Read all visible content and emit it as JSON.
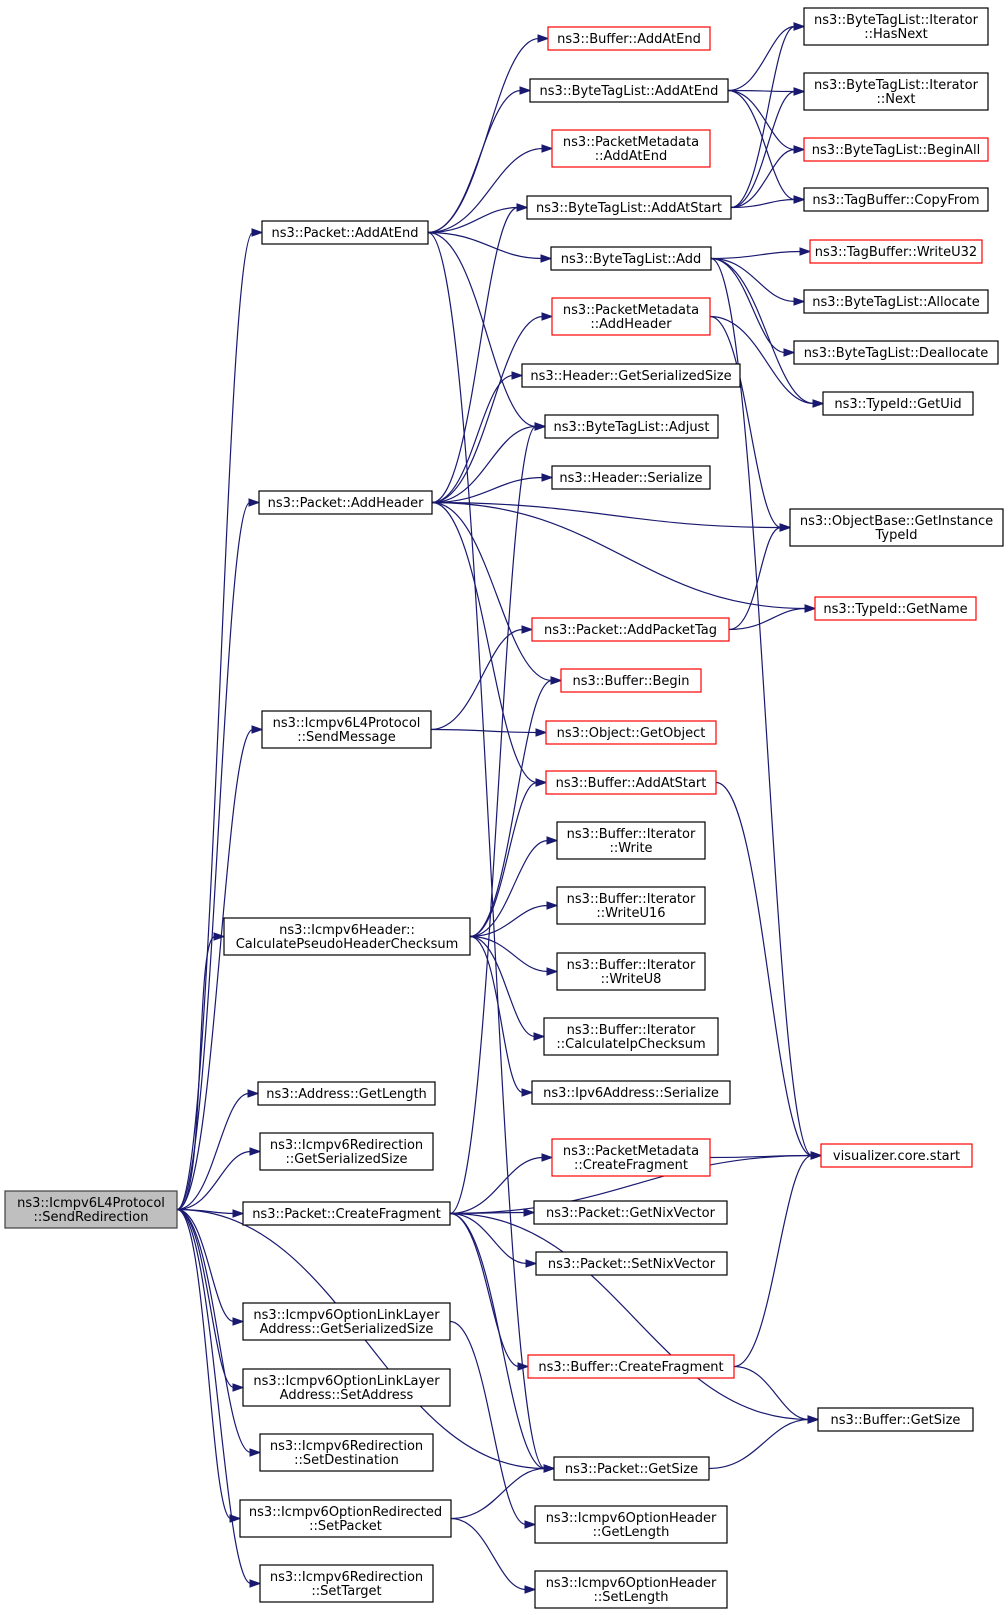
{
  "diagram": {
    "title": "",
    "colors": {
      "edge": "#191970",
      "root_fill": "#bfbfbf",
      "node_border_plain": "#000000",
      "node_border_truncated": "#ff0000"
    },
    "nodes": [
      {
        "id": "root",
        "lines": [
          "ns3::Icmpv6L4Protocol",
          "::SendRedirection"
        ],
        "style": "root"
      },
      {
        "id": "addAtEnd",
        "lines": [
          "ns3::Packet::AddAtEnd"
        ],
        "style": "plain"
      },
      {
        "id": "addHeader",
        "lines": [
          "ns3::Packet::AddHeader"
        ],
        "style": "plain"
      },
      {
        "id": "sendMessage",
        "lines": [
          "ns3::Icmpv6L4Protocol",
          "::SendMessage"
        ],
        "style": "plain"
      },
      {
        "id": "calcPseudo",
        "lines": [
          "ns3::Icmpv6Header::",
          "CalculatePseudoHeaderChecksum"
        ],
        "style": "plain"
      },
      {
        "id": "addrGetLength",
        "lines": [
          "ns3::Address::GetLength"
        ],
        "style": "plain"
      },
      {
        "id": "redirGetSer",
        "lines": [
          "ns3::Icmpv6Redirection",
          "::GetSerializedSize"
        ],
        "style": "plain"
      },
      {
        "id": "createFragment",
        "lines": [
          "ns3::Packet::CreateFragment"
        ],
        "style": "plain"
      },
      {
        "id": "optLLGetSer",
        "lines": [
          "ns3::Icmpv6OptionLinkLayer",
          "Address::GetSerializedSize"
        ],
        "style": "plain"
      },
      {
        "id": "optLLSetAddr",
        "lines": [
          "ns3::Icmpv6OptionLinkLayer",
          "Address::SetAddress"
        ],
        "style": "plain"
      },
      {
        "id": "redirSetDest",
        "lines": [
          "ns3::Icmpv6Redirection",
          "::SetDestination"
        ],
        "style": "plain"
      },
      {
        "id": "optRedirSetPkt",
        "lines": [
          "ns3::Icmpv6OptionRedirected",
          "::SetPacket"
        ],
        "style": "plain"
      },
      {
        "id": "redirSetTarget",
        "lines": [
          "ns3::Icmpv6Redirection",
          "::SetTarget"
        ],
        "style": "plain"
      },
      {
        "id": "bufAddAtEnd",
        "lines": [
          "ns3::Buffer::AddAtEnd"
        ],
        "style": "truncated"
      },
      {
        "id": "btlAddAtEnd",
        "lines": [
          "ns3::ByteTagList::AddAtEnd"
        ],
        "style": "plain"
      },
      {
        "id": "pmAddAtEnd",
        "lines": [
          "ns3::PacketMetadata",
          "::AddAtEnd"
        ],
        "style": "truncated"
      },
      {
        "id": "btlAddAtStart",
        "lines": [
          "ns3::ByteTagList::AddAtStart"
        ],
        "style": "plain"
      },
      {
        "id": "btlAdd",
        "lines": [
          "ns3::ByteTagList::Add"
        ],
        "style": "plain"
      },
      {
        "id": "pmAddHeader",
        "lines": [
          "ns3::PacketMetadata",
          "::AddHeader"
        ],
        "style": "truncated"
      },
      {
        "id": "hdrGetSer",
        "lines": [
          "ns3::Header::GetSerializedSize"
        ],
        "style": "plain"
      },
      {
        "id": "btlAdjust",
        "lines": [
          "ns3::ByteTagList::Adjust"
        ],
        "style": "plain"
      },
      {
        "id": "hdrSerialize",
        "lines": [
          "ns3::Header::Serialize"
        ],
        "style": "plain"
      },
      {
        "id": "pktAddPacketTag",
        "lines": [
          "ns3::Packet::AddPacketTag"
        ],
        "style": "truncated"
      },
      {
        "id": "bufBegin",
        "lines": [
          "ns3::Buffer::Begin"
        ],
        "style": "truncated"
      },
      {
        "id": "objGetObject",
        "lines": [
          "ns3::Object::GetObject"
        ],
        "style": "truncated"
      },
      {
        "id": "bufAddAtStart",
        "lines": [
          "ns3::Buffer::AddAtStart"
        ],
        "style": "truncated"
      },
      {
        "id": "itWrite",
        "lines": [
          "ns3::Buffer::Iterator",
          "::Write"
        ],
        "style": "plain"
      },
      {
        "id": "itWriteU16",
        "lines": [
          "ns3::Buffer::Iterator",
          "::WriteU16"
        ],
        "style": "plain"
      },
      {
        "id": "itWriteU8",
        "lines": [
          "ns3::Buffer::Iterator",
          "::WriteU8"
        ],
        "style": "plain"
      },
      {
        "id": "itCalcIp",
        "lines": [
          "ns3::Buffer::Iterator",
          "::CalculateIpChecksum"
        ],
        "style": "plain"
      },
      {
        "id": "ipv6Serialize",
        "lines": [
          "ns3::Ipv6Address::Serialize"
        ],
        "style": "plain"
      },
      {
        "id": "pmCreateFragment",
        "lines": [
          "ns3::PacketMetadata",
          "::CreateFragment"
        ],
        "style": "truncated"
      },
      {
        "id": "pktGetNix",
        "lines": [
          "ns3::Packet::GetNixVector"
        ],
        "style": "plain"
      },
      {
        "id": "pktSetNix",
        "lines": [
          "ns3::Packet::SetNixVector"
        ],
        "style": "plain"
      },
      {
        "id": "bufCreateFragment",
        "lines": [
          "ns3::Buffer::CreateFragment"
        ],
        "style": "truncated"
      },
      {
        "id": "pktGetSize",
        "lines": [
          "ns3::Packet::GetSize"
        ],
        "style": "plain"
      },
      {
        "id": "optHdrGetLength",
        "lines": [
          "ns3::Icmpv6OptionHeader",
          "::GetLength"
        ],
        "style": "plain"
      },
      {
        "id": "optHdrSetLength",
        "lines": [
          "ns3::Icmpv6OptionHeader",
          "::SetLength"
        ],
        "style": "plain"
      },
      {
        "id": "itHasNext",
        "lines": [
          "ns3::ByteTagList::Iterator",
          "::HasNext"
        ],
        "style": "plain"
      },
      {
        "id": "itNext",
        "lines": [
          "ns3::ByteTagList::Iterator",
          "::Next"
        ],
        "style": "plain"
      },
      {
        "id": "btlBeginAll",
        "lines": [
          "ns3::ByteTagList::BeginAll"
        ],
        "style": "truncated"
      },
      {
        "id": "tbCopyFrom",
        "lines": [
          "ns3::TagBuffer::CopyFrom"
        ],
        "style": "plain"
      },
      {
        "id": "tbWriteU32",
        "lines": [
          "ns3::TagBuffer::WriteU32"
        ],
        "style": "truncated"
      },
      {
        "id": "btlAllocate",
        "lines": [
          "ns3::ByteTagList::Allocate"
        ],
        "style": "plain"
      },
      {
        "id": "btlDeallocate",
        "lines": [
          "ns3::ByteTagList::Deallocate"
        ],
        "style": "plain"
      },
      {
        "id": "typeGetUid",
        "lines": [
          "ns3::TypeId::GetUid"
        ],
        "style": "plain"
      },
      {
        "id": "objGetInstTypeId",
        "lines": [
          "ns3::ObjectBase::GetInstance",
          "TypeId"
        ],
        "style": "plain"
      },
      {
        "id": "typeGetName",
        "lines": [
          "ns3::TypeId::GetName"
        ],
        "style": "truncated"
      },
      {
        "id": "vizStart",
        "lines": [
          "visualizer.core.start"
        ],
        "style": "truncated"
      },
      {
        "id": "bufGetSize",
        "lines": [
          "ns3::Buffer::GetSize"
        ],
        "style": "plain"
      }
    ],
    "edges": [
      [
        "root",
        "addAtEnd"
      ],
      [
        "root",
        "addHeader"
      ],
      [
        "root",
        "sendMessage"
      ],
      [
        "root",
        "calcPseudo"
      ],
      [
        "root",
        "addrGetLength"
      ],
      [
        "root",
        "redirGetSer"
      ],
      [
        "root",
        "createFragment"
      ],
      [
        "root",
        "optLLGetSer"
      ],
      [
        "root",
        "optLLSetAddr"
      ],
      [
        "root",
        "redirSetDest"
      ],
      [
        "root",
        "optRedirSetPkt"
      ],
      [
        "root",
        "redirSetTarget"
      ],
      [
        "root",
        "pktGetSize"
      ],
      [
        "addAtEnd",
        "bufAddAtEnd"
      ],
      [
        "addAtEnd",
        "btlAddAtEnd"
      ],
      [
        "addAtEnd",
        "pmAddAtEnd"
      ],
      [
        "addAtEnd",
        "btlAddAtStart"
      ],
      [
        "addAtEnd",
        "btlAdd"
      ],
      [
        "addAtEnd",
        "btlAdjust"
      ],
      [
        "addAtEnd",
        "pktGetSize"
      ],
      [
        "btlAddAtEnd",
        "itHasNext"
      ],
      [
        "btlAddAtEnd",
        "itNext"
      ],
      [
        "btlAddAtEnd",
        "btlBeginAll"
      ],
      [
        "btlAddAtEnd",
        "tbCopyFrom"
      ],
      [
        "btlAddAtStart",
        "itHasNext"
      ],
      [
        "btlAddAtStart",
        "itNext"
      ],
      [
        "btlAddAtStart",
        "btlBeginAll"
      ],
      [
        "btlAddAtStart",
        "tbCopyFrom"
      ],
      [
        "btlAdd",
        "tbWriteU32"
      ],
      [
        "btlAdd",
        "btlAllocate"
      ],
      [
        "btlAdd",
        "btlDeallocate"
      ],
      [
        "btlAdd",
        "typeGetUid"
      ],
      [
        "btlAdd",
        "vizStart"
      ],
      [
        "addHeader",
        "pmAddHeader"
      ],
      [
        "addHeader",
        "hdrGetSer"
      ],
      [
        "addHeader",
        "btlAdjust"
      ],
      [
        "addHeader",
        "hdrSerialize"
      ],
      [
        "addHeader",
        "objGetInstTypeId"
      ],
      [
        "addHeader",
        "typeGetName"
      ],
      [
        "addHeader",
        "bufBegin"
      ],
      [
        "addHeader",
        "bufAddAtStart"
      ],
      [
        "addHeader",
        "btlAddAtStart"
      ],
      [
        "pmAddHeader",
        "typeGetUid"
      ],
      [
        "pmAddHeader",
        "objGetInstTypeId"
      ],
      [
        "sendMessage",
        "pktAddPacketTag"
      ],
      [
        "sendMessage",
        "objGetObject"
      ],
      [
        "pktAddPacketTag",
        "objGetInstTypeId"
      ],
      [
        "pktAddPacketTag",
        "typeGetName"
      ],
      [
        "bufAddAtStart",
        "vizStart"
      ],
      [
        "calcPseudo",
        "bufBegin"
      ],
      [
        "calcPseudo",
        "bufAddAtStart"
      ],
      [
        "calcPseudo",
        "itWrite"
      ],
      [
        "calcPseudo",
        "itWriteU16"
      ],
      [
        "calcPseudo",
        "itWriteU8"
      ],
      [
        "calcPseudo",
        "itCalcIp"
      ],
      [
        "calcPseudo",
        "ipv6Serialize"
      ],
      [
        "createFragment",
        "pmCreateFragment"
      ],
      [
        "createFragment",
        "pktGetNix"
      ],
      [
        "createFragment",
        "pktSetNix"
      ],
      [
        "createFragment",
        "bufCreateFragment"
      ],
      [
        "createFragment",
        "pktGetSize"
      ],
      [
        "createFragment",
        "btlAdjust"
      ],
      [
        "createFragment",
        "vizStart"
      ],
      [
        "createFragment",
        "bufGetSize"
      ],
      [
        "pmCreateFragment",
        "vizStart"
      ],
      [
        "bufCreateFragment",
        "bufGetSize"
      ],
      [
        "bufCreateFragment",
        "vizStart"
      ],
      [
        "pktGetSize",
        "bufGetSize"
      ],
      [
        "optLLGetSer",
        "optHdrGetLength"
      ],
      [
        "optRedirSetPkt",
        "pktGetSize"
      ],
      [
        "optRedirSetPkt",
        "optHdrSetLength"
      ]
    ]
  }
}
